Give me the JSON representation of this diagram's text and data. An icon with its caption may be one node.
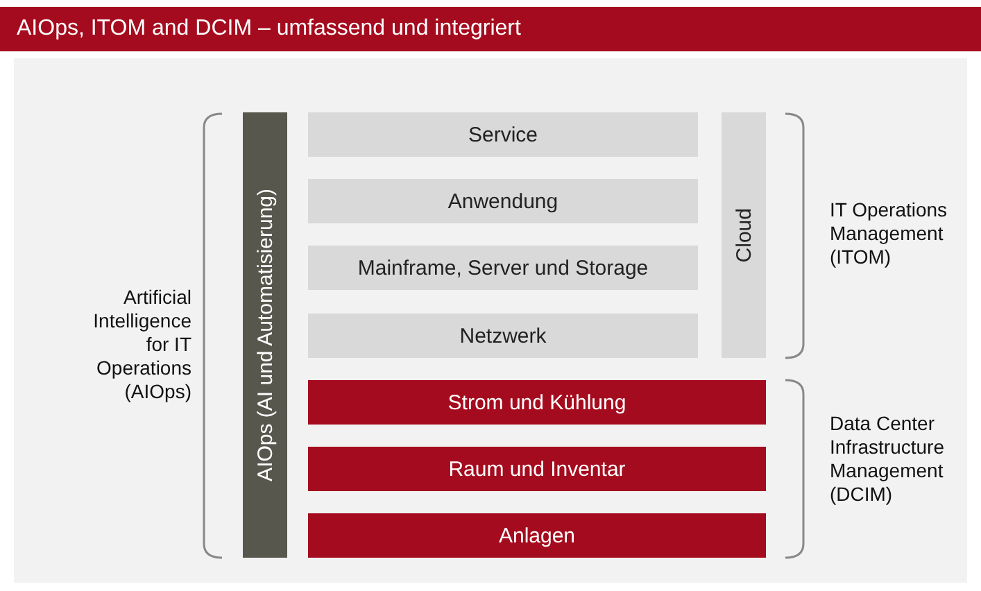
{
  "diagram": {
    "title": "AIOps, ITOM and DCIM – umfassend und integriert",
    "nodes": [
      {
        "text": [
          "AIOps (AI und Automatisierung)"
        ]
      },
      {
        "text": [
          "Service"
        ]
      },
      {
        "text": [
          "Anwendung"
        ]
      },
      {
        "text": [
          "Mainframe, Server und Storage"
        ]
      },
      {
        "text": [
          "Netzwerk"
        ]
      },
      {
        "text": [
          "Cloud"
        ]
      },
      {
        "text": [
          "Strom und Kühlung"
        ]
      },
      {
        "text": [
          "Raum und Inventar"
        ]
      },
      {
        "text": [
          "Anlagen"
        ]
      }
    ],
    "edges": [],
    "labels": [
      "Artificial Intelligence for IT Operations (AIOps)",
      "IT Operations Management (ITOM)",
      "Data Center Infrastructure Management (DCIM)"
    ]
  }
}
